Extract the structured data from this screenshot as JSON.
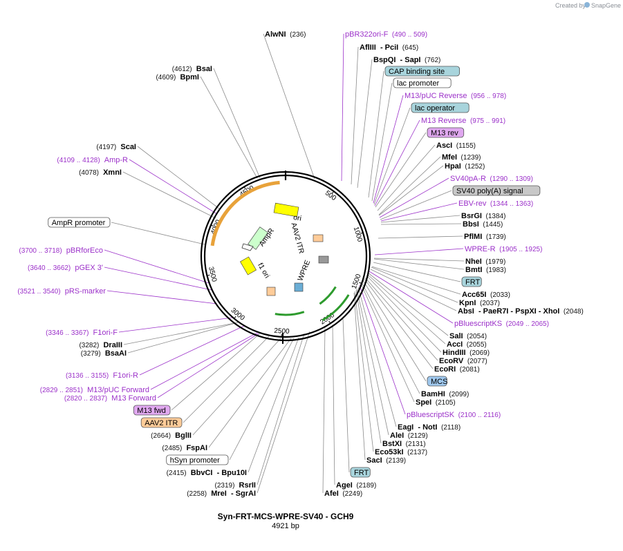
{
  "credit": {
    "text": "Created by",
    "brand": "SnapGene"
  },
  "title": "Syn-FRT-MCS-WPRE-SV40 - GCH9",
  "subtitle": "4921 bp",
  "ticks": [
    "500",
    "1000",
    "1500",
    "2000",
    "2500",
    "3000",
    "3500",
    "4000",
    "4500"
  ],
  "features": [
    {
      "name": "AmpR",
      "color": "#ccffcc"
    },
    {
      "name": "ori",
      "color": "#ffff00"
    },
    {
      "name": "AAV2 ITR",
      "color": "#ffcc99"
    },
    {
      "name": "f1 ori",
      "color": "#ffff00"
    },
    {
      "name": "WPRE",
      "color": "#6baed6"
    }
  ],
  "labels": [
    {
      "pos": "(236)",
      "name": "AlwNI"
    },
    {
      "name": "pBR322ori-F",
      "range": "(490 .. 509)",
      "kind": "primer"
    },
    {
      "name": "AflIII",
      "extra": "- PciI",
      "pos": "(645)"
    },
    {
      "name": "BspQI",
      "extra": "- SapI",
      "pos": "(762)"
    },
    {
      "name": "CAP binding site",
      "kind": "box",
      "color": "#a8d4dc"
    },
    {
      "name": "lac promoter",
      "kind": "box",
      "color": "#ffffff"
    },
    {
      "name": "M13/pUC Reverse",
      "range": "(956 .. 978)",
      "kind": "primer"
    },
    {
      "name": "lac operator",
      "kind": "box",
      "color": "#a8d4dc"
    },
    {
      "name": "M13 Reverse",
      "range": "(975 .. 991)",
      "kind": "primer"
    },
    {
      "name": "M13 rev",
      "kind": "box",
      "color": "#e0a8f0"
    },
    {
      "name": "AscI",
      "pos": "(1155)"
    },
    {
      "name": "MfeI",
      "pos": "(1239)"
    },
    {
      "name": "HpaI",
      "pos": "(1252)"
    },
    {
      "name": "SV40pA-R",
      "range": "(1290 .. 1309)",
      "kind": "primer"
    },
    {
      "name": "SV40 poly(A) signal",
      "kind": "box",
      "color": "#c8c8c8"
    },
    {
      "name": "EBV-rev",
      "range": "(1344 .. 1363)",
      "kind": "primer"
    },
    {
      "name": "BsrGI",
      "pos": "(1384)"
    },
    {
      "name": "BbsI",
      "pos": "(1445)"
    },
    {
      "name": "PflMI",
      "pos": "(1739)"
    },
    {
      "name": "WPRE-R",
      "range": "(1905 .. 1925)",
      "kind": "primer"
    },
    {
      "name": "NheI",
      "pos": "(1979)"
    },
    {
      "name": "BmtI",
      "pos": "(1983)"
    },
    {
      "name": "FRT",
      "kind": "box",
      "color": "#a8d4dc"
    },
    {
      "name": "Acc65I",
      "pos": "(2033)"
    },
    {
      "name": "KpnI",
      "pos": "(2037)"
    },
    {
      "name": "AbsI",
      "extra": "- PaeR7I - PspXI - XhoI",
      "pos": "(2048)"
    },
    {
      "name": "pBluescriptKS",
      "range": "(2049 .. 2065)",
      "kind": "primer"
    },
    {
      "name": "SalI",
      "pos": "(2054)"
    },
    {
      "name": "AccI",
      "pos": "(2055)"
    },
    {
      "name": "HindIII",
      "pos": "(2069)"
    },
    {
      "name": "EcoRV",
      "pos": "(2077)"
    },
    {
      "name": "EcoRI",
      "pos": "(2081)"
    },
    {
      "name": "MCS",
      "kind": "box",
      "color": "#9fc8ee"
    },
    {
      "name": "BamHI",
      "pos": "(2099)"
    },
    {
      "name": "SpeI",
      "pos": "(2105)"
    },
    {
      "name": "pBluescriptSK",
      "range": "(2100 .. 2116)",
      "kind": "primer"
    },
    {
      "name": "EagI",
      "extra": "- NotI",
      "pos": "(2118)"
    },
    {
      "name": "AleI",
      "pos": "(2129)"
    },
    {
      "name": "BstXI",
      "pos": "(2131)"
    },
    {
      "name": "Eco53kI",
      "pos": "(2137)"
    },
    {
      "name": "SacI",
      "pos": "(2139)"
    },
    {
      "name": "FRT",
      "kind": "box",
      "color": "#a8d4dc"
    },
    {
      "name": "AgeI",
      "pos": "(2189)"
    },
    {
      "name": "AfeI",
      "pos": "(2249)"
    },
    {
      "pos": "(2319)",
      "name": "RsrII"
    },
    {
      "pos": "(2258)",
      "name": "MreI",
      "extra": "- SgrAI"
    },
    {
      "pos": "(2415)",
      "name": "BbvCI",
      "extra": "- Bpu10I"
    },
    {
      "name": "hSyn promoter",
      "kind": "box",
      "color": "#ffffff"
    },
    {
      "pos": "(2485)",
      "name": "FspAI"
    },
    {
      "pos": "(2664)",
      "name": "BglII"
    },
    {
      "name": "AAV2 ITR",
      "kind": "box",
      "color": "#ffcc99"
    },
    {
      "name": "M13 fwd",
      "kind": "box",
      "color": "#e0a8f0"
    },
    {
      "range": "(2820 .. 2837)",
      "name": "M13 Forward",
      "kind": "primer"
    },
    {
      "range": "(2829 .. 2851)",
      "name": "M13/pUC Forward",
      "kind": "primer"
    },
    {
      "range": "(3136 .. 3155)",
      "name": "F1ori-R",
      "kind": "primer"
    },
    {
      "pos": "(3279)",
      "name": "BsaAI"
    },
    {
      "pos": "(3282)",
      "name": "DraIII"
    },
    {
      "range": "(3346 .. 3367)",
      "name": "F1ori-F",
      "kind": "primer"
    },
    {
      "range": "(3521 .. 3540)",
      "name": "pRS-marker",
      "kind": "primer"
    },
    {
      "range": "(3640 .. 3662)",
      "name": "pGEX 3'",
      "kind": "primer"
    },
    {
      "range": "(3700 .. 3718)",
      "name": "pBRforEco",
      "kind": "primer"
    },
    {
      "name": "AmpR promoter",
      "kind": "box",
      "color": "#ffffff"
    },
    {
      "pos": "(4078)",
      "name": "XmnI"
    },
    {
      "range": "(4109 .. 4128)",
      "name": "Amp-R",
      "kind": "primer"
    },
    {
      "pos": "(4197)",
      "name": "ScaI"
    },
    {
      "pos": "(4609)",
      "name": "BpmI"
    },
    {
      "pos": "(4612)",
      "name": "BsaI"
    }
  ]
}
